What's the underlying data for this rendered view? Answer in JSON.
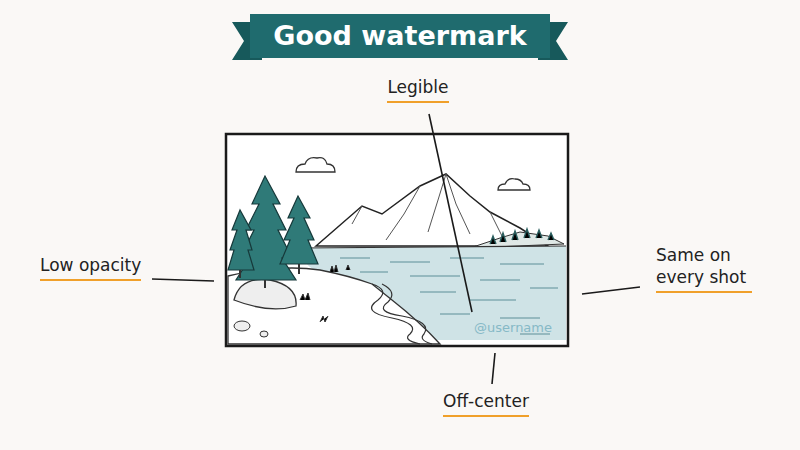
{
  "diagram": {
    "title": "Good watermark",
    "labels": [
      "Legible",
      "Low opacity",
      "Same on every shot",
      "Off-center",
      "@username"
    ]
  }
}
